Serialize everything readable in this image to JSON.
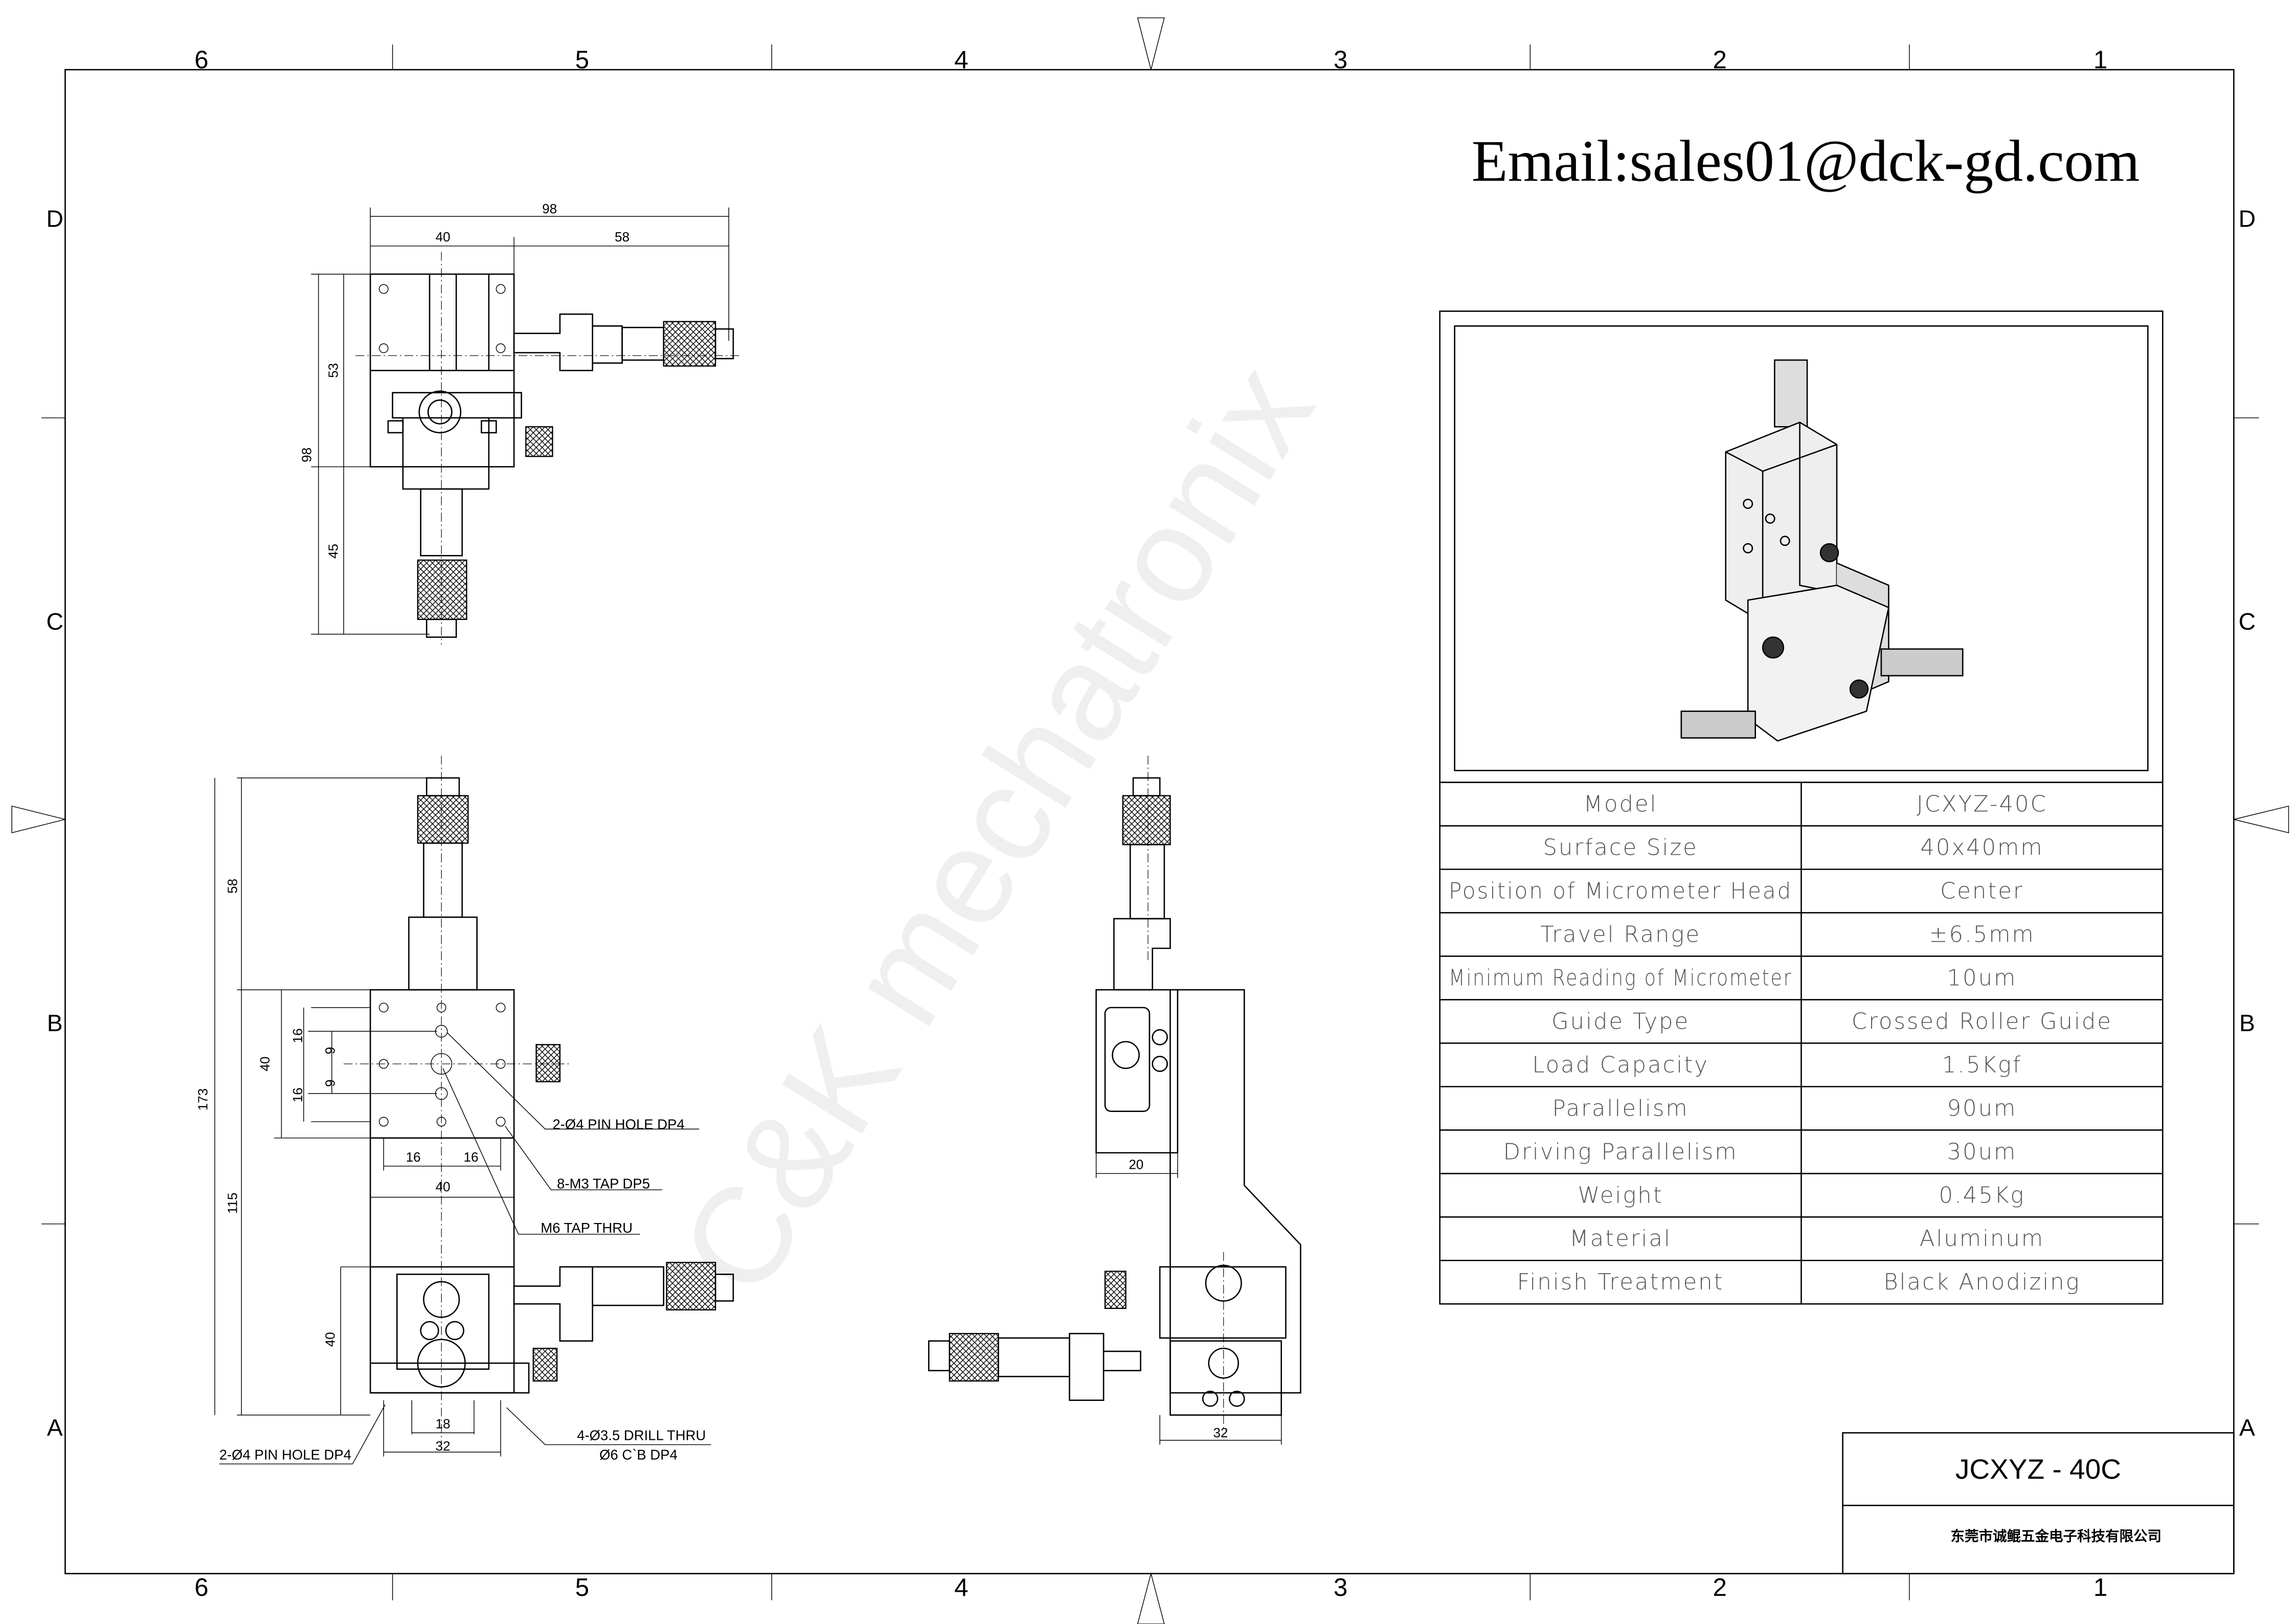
{
  "sheet": {
    "email": "Email:sales01@dck-gd.com",
    "watermark": "C&K mechatronix",
    "column_markers": [
      "6",
      "5",
      "4",
      "3",
      "2",
      "1"
    ],
    "row_markers": [
      "D",
      "C",
      "B",
      "A"
    ]
  },
  "top_view": {
    "dims": [
      "98",
      "40",
      "58",
      "53",
      "98",
      "45"
    ]
  },
  "front_view": {
    "dims": [
      "58",
      "173",
      "115",
      "40",
      "16",
      "9",
      "9",
      "16",
      "16",
      "16",
      "40",
      "40",
      "18",
      "32"
    ],
    "notes": [
      "2-Ø4 PIN HOLE DP4",
      "8-M3 TAP DP5",
      "M6 TAP THRU",
      "2-Ø4 PIN HOLE DP4",
      "4-Ø3.5 DRILL THRU",
      "Ø6 C`B DP4"
    ]
  },
  "side_view": {
    "dims": [
      "20",
      "32"
    ]
  },
  "spec_table": {
    "rows": [
      {
        "label": "Model",
        "value": "JCXYZ-40C"
      },
      {
        "label": "Surface Size",
        "value": "40x40mm"
      },
      {
        "label": "Position of Micrometer Head",
        "value": "Center"
      },
      {
        "label": "Travel Range",
        "value": "±6.5mm"
      },
      {
        "label": "Minimum Reading of Micrometer",
        "value": "10um"
      },
      {
        "label": "Guide Type",
        "value": "Crossed Roller Guide"
      },
      {
        "label": "Load Capacity",
        "value": "1.5Kgf"
      },
      {
        "label": "Parallelism",
        "value": "90um"
      },
      {
        "label": "Driving Parallelism",
        "value": "30um"
      },
      {
        "label": "Weight",
        "value": "0.45Kg"
      },
      {
        "label": "Material",
        "value": "Aluminum"
      },
      {
        "label": "Finish Treatment",
        "value": "Black Anodizing"
      }
    ]
  },
  "title_block": {
    "model": "JCXYZ - 40C",
    "company": "东莞市诚鲲五金电子科技有限公司"
  }
}
